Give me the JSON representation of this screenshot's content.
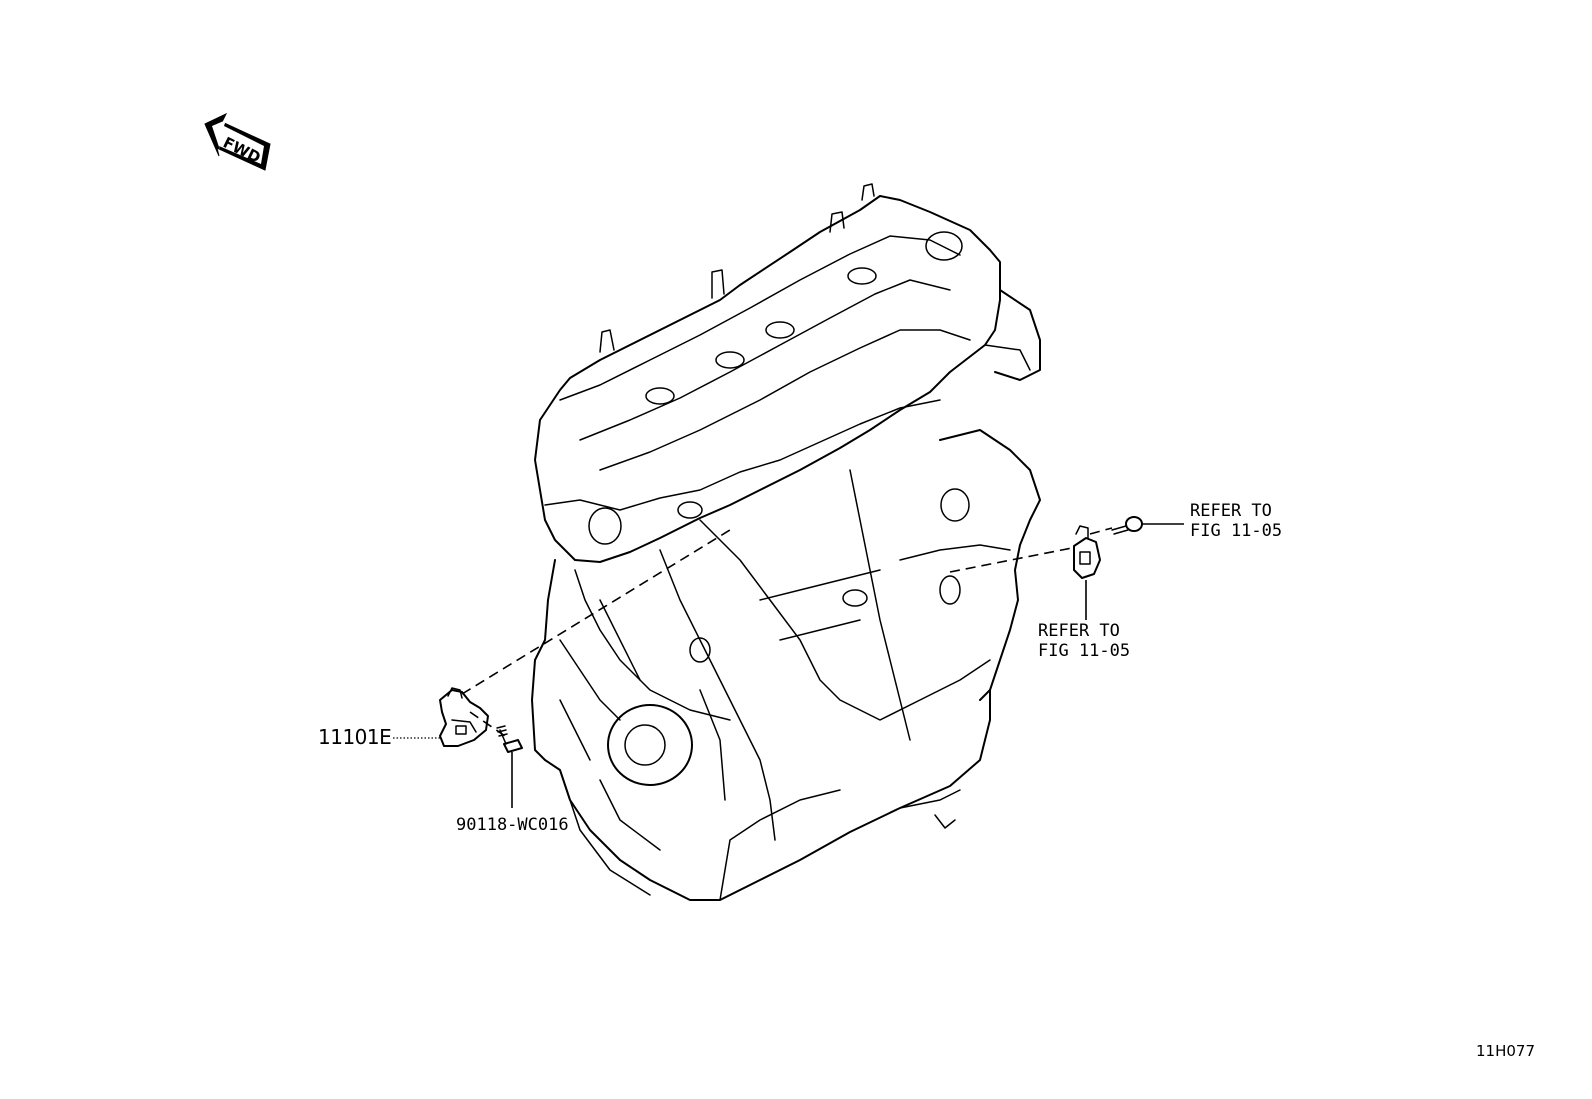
{
  "fwd_arrow": {
    "text": "FWD"
  },
  "callouts": {
    "cam_sensor": "11101E",
    "bolt": "90118-WC016",
    "refer_upper_line1": "REFER TO",
    "refer_upper_line2": "FIG 11-05",
    "refer_lower_line1": "REFER TO",
    "refer_lower_line2": "FIG 11-05"
  },
  "figure_id": "11H077"
}
